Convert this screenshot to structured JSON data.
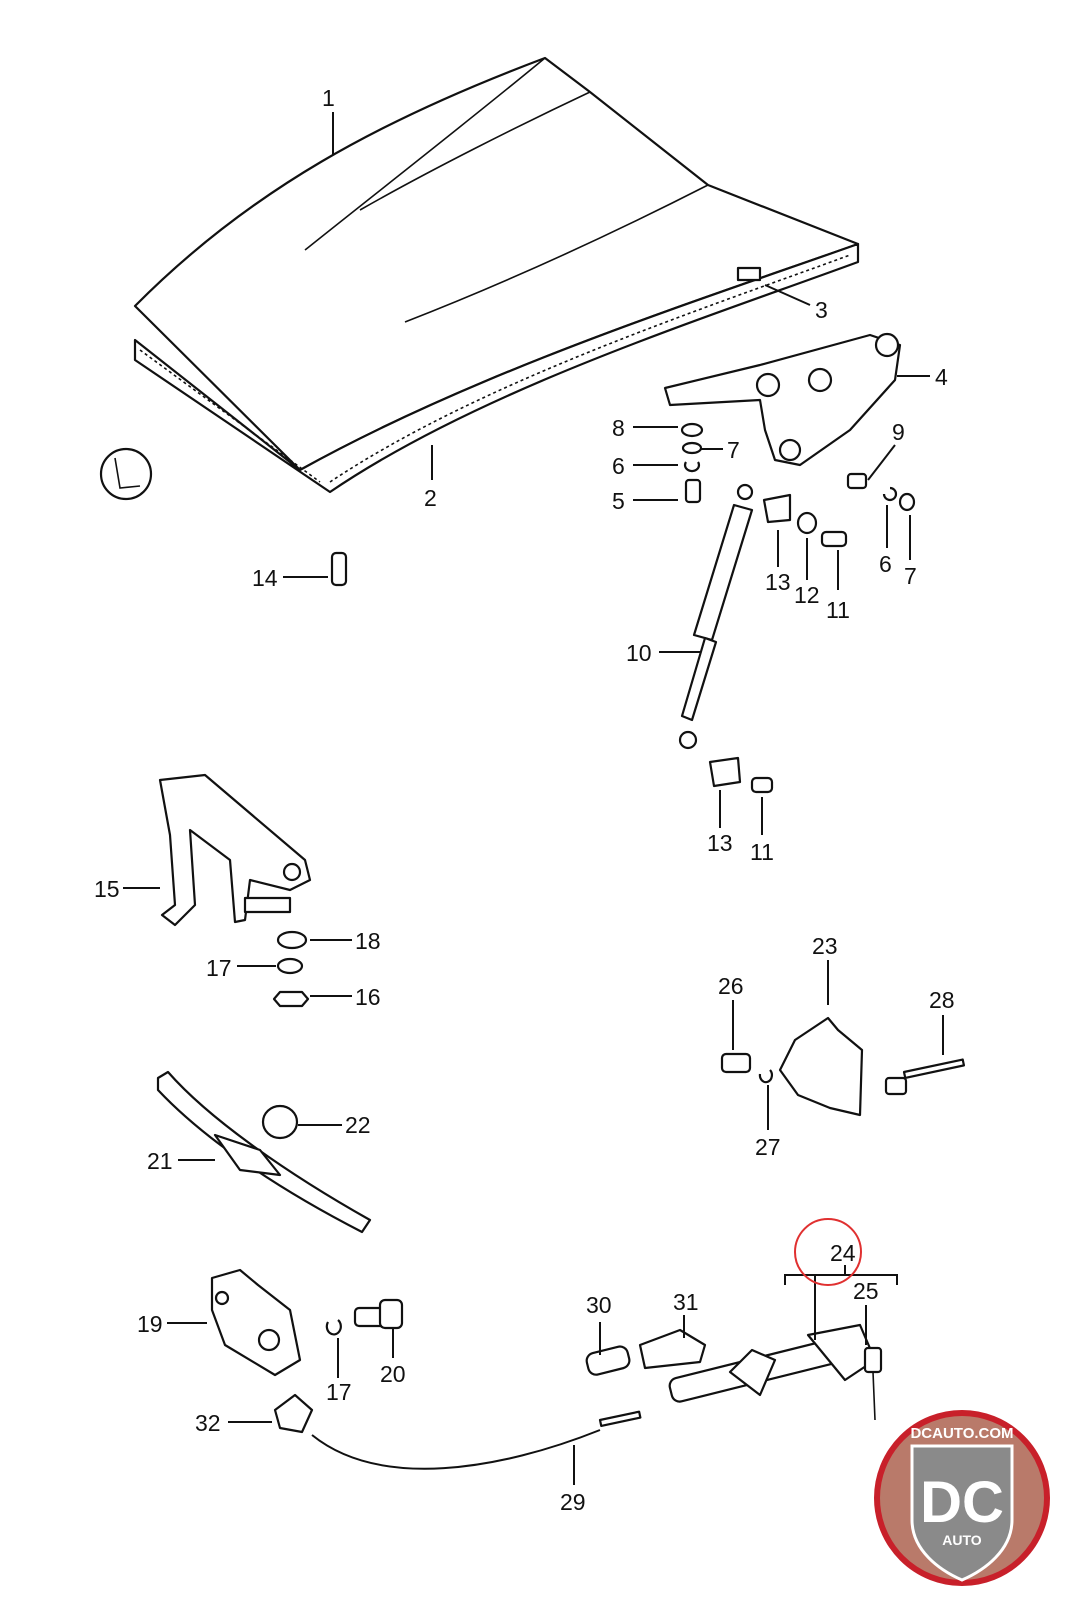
{
  "diagram": {
    "callouts": [
      {
        "id": "c1",
        "text": "1"
      },
      {
        "id": "c2",
        "text": "2"
      },
      {
        "id": "c3",
        "text": "3"
      },
      {
        "id": "c4",
        "text": "4"
      },
      {
        "id": "c5",
        "text": "5"
      },
      {
        "id": "c6a",
        "text": "6"
      },
      {
        "id": "c6b",
        "text": "6"
      },
      {
        "id": "c7a",
        "text": "7"
      },
      {
        "id": "c7b",
        "text": "7"
      },
      {
        "id": "c8",
        "text": "8"
      },
      {
        "id": "c9",
        "text": "9"
      },
      {
        "id": "c10",
        "text": "10"
      },
      {
        "id": "c11a",
        "text": "11"
      },
      {
        "id": "c11b",
        "text": "11"
      },
      {
        "id": "c12",
        "text": "12"
      },
      {
        "id": "c13a",
        "text": "13"
      },
      {
        "id": "c13b",
        "text": "13"
      },
      {
        "id": "c14",
        "text": "14"
      },
      {
        "id": "c15",
        "text": "15"
      },
      {
        "id": "c16",
        "text": "16"
      },
      {
        "id": "c17a",
        "text": "17"
      },
      {
        "id": "c17b",
        "text": "17"
      },
      {
        "id": "c18",
        "text": "18"
      },
      {
        "id": "c19",
        "text": "19"
      },
      {
        "id": "c20",
        "text": "20"
      },
      {
        "id": "c21",
        "text": "21"
      },
      {
        "id": "c22",
        "text": "22"
      },
      {
        "id": "c23",
        "text": "23"
      },
      {
        "id": "c24",
        "text": "24"
      },
      {
        "id": "c25",
        "text": "25"
      },
      {
        "id": "c26",
        "text": "26"
      },
      {
        "id": "c27",
        "text": "27"
      },
      {
        "id": "c28",
        "text": "28"
      },
      {
        "id": "c29",
        "text": "29"
      },
      {
        "id": "c30",
        "text": "30"
      },
      {
        "id": "c31",
        "text": "31"
      },
      {
        "id": "c32",
        "text": "32"
      }
    ],
    "highlighted_part": "24",
    "highlight_color": "#e03030"
  },
  "watermark": {
    "site": "DCAUTO.COM",
    "logo": "DC",
    "sub": "AUTO",
    "colors": {
      "ring": "#c8202a",
      "badge": "#8a8a8a",
      "bg": "#b97a6a"
    }
  }
}
